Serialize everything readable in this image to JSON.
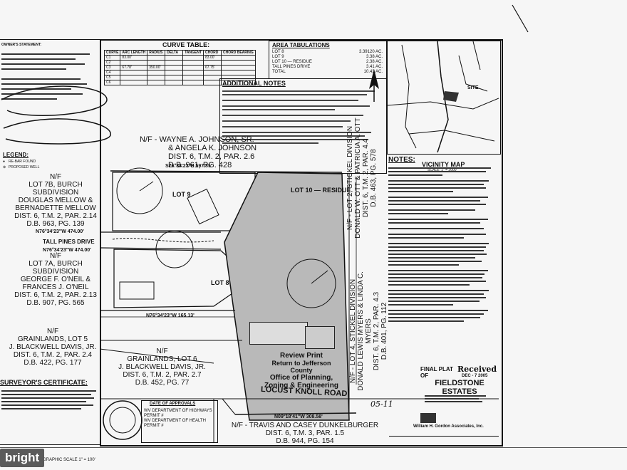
{
  "plat": {
    "curve_table": {
      "title": "CURVE TABLE:",
      "headers": [
        "CURVE",
        "ARC LENGTH",
        "RADIUS",
        "DELTA",
        "TANGENT",
        "CHORD",
        "CHORD BEARING"
      ],
      "rows": [
        [
          "C1",
          "83.00'",
          "",
          "",
          "",
          "83.00'",
          ""
        ],
        [
          "C2",
          "",
          "",
          "",
          "",
          "",
          ""
        ],
        [
          "C3",
          "67.78'",
          "350.00'",
          "",
          "",
          "67.75'",
          ""
        ],
        [
          "C4",
          "",
          "",
          "",
          "",
          "",
          ""
        ],
        [
          "C5",
          "",
          "",
          "",
          "",
          "",
          ""
        ],
        [
          "C6",
          "",
          "",
          "",
          "",
          "",
          ""
        ]
      ]
    },
    "area_tabulations": {
      "title": "AREA TABULATIONS",
      "rows": [
        [
          "LOT 8",
          "",
          "3.39120 AC."
        ],
        [
          "LOT 9",
          "",
          "3.38 AC."
        ],
        [
          "LOT 10 — RESIDUE",
          "",
          "2.38 AC."
        ],
        [
          "TALL PINES DRIVE",
          "",
          "3.41 AC."
        ],
        [
          "TOTAL",
          "",
          "10.43 AC."
        ]
      ]
    },
    "additional_notes_title": "ADDITIONAL NOTES",
    "vicinity_map": {
      "title": "VICINITY MAP",
      "scale": "SCALE: 1\" = 2000'",
      "site_label": "SITE"
    },
    "notes_title": "NOTES:",
    "legend": {
      "title": "LEGEND:",
      "items": [
        "RE-BAR FOUND",
        "PROPOSED WELL"
      ]
    },
    "parcels": {
      "johnson": [
        "N/F - WAYNE A. JOHNSON, SR.",
        "& ANGELA K. JOHNSON",
        "DIST. 6, T.M. 2, PAR. 2.6",
        "D.B. 961, PG. 428"
      ],
      "lot7b": [
        "N/F",
        "LOT 7B, BURCH SUBDIVISION",
        "DOUGLAS MELLOW &",
        "BERNADETTE MELLOW",
        "DIST. 6, T.M. 2, PAR. 2.14",
        "D.B. 963, PG. 139"
      ],
      "lot7a": [
        "N/F",
        "LOT 7A, BURCH SUBDIVISION",
        "GEORGE F. O'NEIL &",
        "FRANCES J. O'NEIL",
        "DIST. 6, T.M. 2, PAR. 2.13",
        "D.B. 907, PG. 565"
      ],
      "lot5": [
        "N/F",
        "GRAINLANDS, LOT 5",
        "J. BLACKWELL DAVIS, JR.",
        "DIST. 6, T.M. 2, PAR. 2.4",
        "D.B. 422, PG. 177"
      ],
      "lot6": [
        "N/F",
        "GRAINLANDS, LOT 6",
        "J. BLACKWELL DAVIS, JR.",
        "DIST. 6, T.M. 2, PAR. 2.7",
        "D.B. 452, PG. 77"
      ],
      "dunkelburger": [
        "N/F - TRAVIS AND CASEY DUNKELBURGER",
        "DIST. 6, T.M. 3, PAR. 1.5",
        "D.B. 944, PG. 154"
      ],
      "ott": [
        "N/F - LOT 2, STICKEL DIVISION",
        "DONALD W. OTT & PATRICIA A. OTT",
        "DIST. 6, T.M. 2, PAR. 4.4",
        "D.B. 463, PG. 578"
      ],
      "myers": [
        "N/F - LOT 4, STICKEL DIVISION",
        "DONALD LEWIS MYERS & LINDA C. MYERS",
        "DIST. 6, T.M. 2, PAR. 4.3",
        "D.B. 401, PG. 112"
      ]
    },
    "lots": {
      "lot9": "LOT 9",
      "lot8": "LOT 8",
      "lot10": "LOT 10 — RESIDUE"
    },
    "roads": {
      "tall_pines": "TALL PINES DRIVE",
      "locust_knoll": "LOCUST KNOLL ROAD"
    },
    "bearings": {
      "top": "S76°34'23\"E 597.85'",
      "b1": "N76°34'23\"W 474.00'",
      "b2": "N76°34'23\"W 474.00'",
      "b3": "N76°34'23\"W 165.13'",
      "bottom": "N09°18'41\"W 308.58'"
    },
    "review_stamp": [
      "Review Print",
      "Return to Jefferson County",
      "Office of Planning,",
      "Zoning & Engineering"
    ],
    "final_plat": {
      "line1": "FINAL PLAT",
      "received": "Received",
      "date": "DEC - 7 2005",
      "of": "OF",
      "name1": "FIELDSTONE",
      "name2": "ESTATES"
    },
    "firm": "William H. Gordon Associates, Inc.",
    "handwritten": "05-11",
    "surveyor_title": "SURVEYOR'S CERTIFICATE:",
    "graphic_scale": "GRAPHIC SCALE 1\" = 100'",
    "approvals": {
      "title": "DATE OF APPROVALS",
      "rows": [
        "WV DEPARTMENT OF HIGHWAYS",
        "PERMIT #",
        "WV DEPARTMENT OF HEALTH",
        "PERMIT #"
      ]
    },
    "watermark": "bright"
  }
}
